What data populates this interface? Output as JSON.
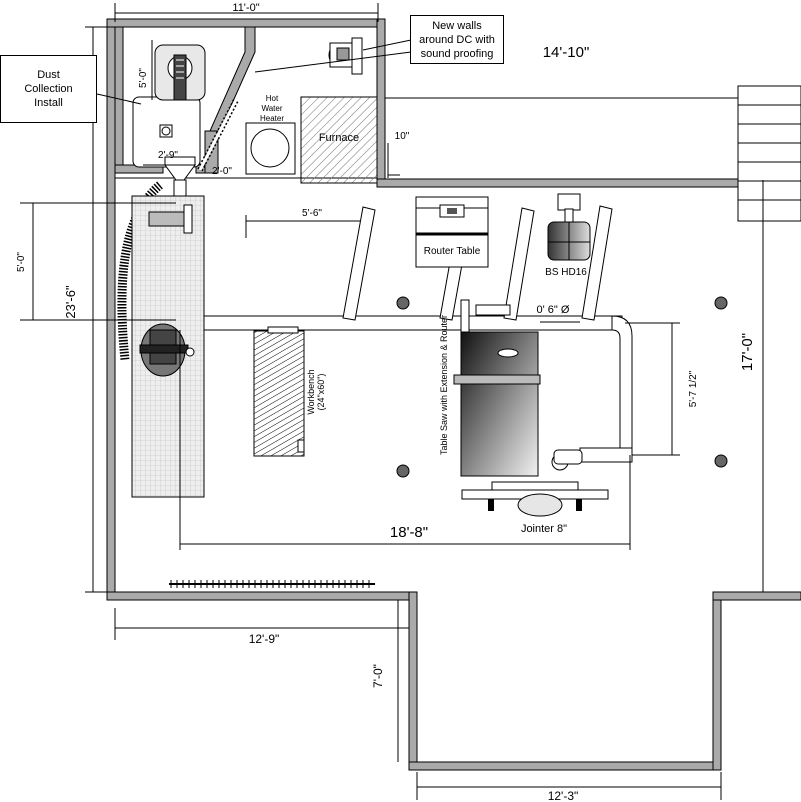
{
  "callouts": {
    "dust_collection": "Dust Collection Install",
    "new_walls": "New walls around DC with sound proofing"
  },
  "dimensions": {
    "top_width": "11'-0\"",
    "right_wall": "14'-10\"",
    "dc_height": "5'-0\"",
    "dc_width": "2'-9\"",
    "dc_gap": "2'-0\"",
    "furnace_gap": "10\"",
    "duct_run": "5'-6\"",
    "left_drop": "5'-0\"",
    "overall_depth": "23'-6\"",
    "duct_diameter": "0' 6\" Ø",
    "tablesaw_span": "5'-7 1/2\"",
    "right_depth": "17'-0\"",
    "shop_length": "18'-8\"",
    "bottom_left": "12'-9\"",
    "alcove_depth": "7'-0\"",
    "alcove_width": "12'-3\""
  },
  "labels": {
    "hot_water": [
      "Hot",
      "Water",
      "Heater"
    ],
    "furnace": "Furnace",
    "router_table": "Router Table",
    "bandsaw": "BS HD16",
    "workbench": "Workbench",
    "workbench_size": "(24\"x60\")",
    "table_saw": "Table Saw with Extension & Router",
    "jointer": "Jointer 8\""
  }
}
